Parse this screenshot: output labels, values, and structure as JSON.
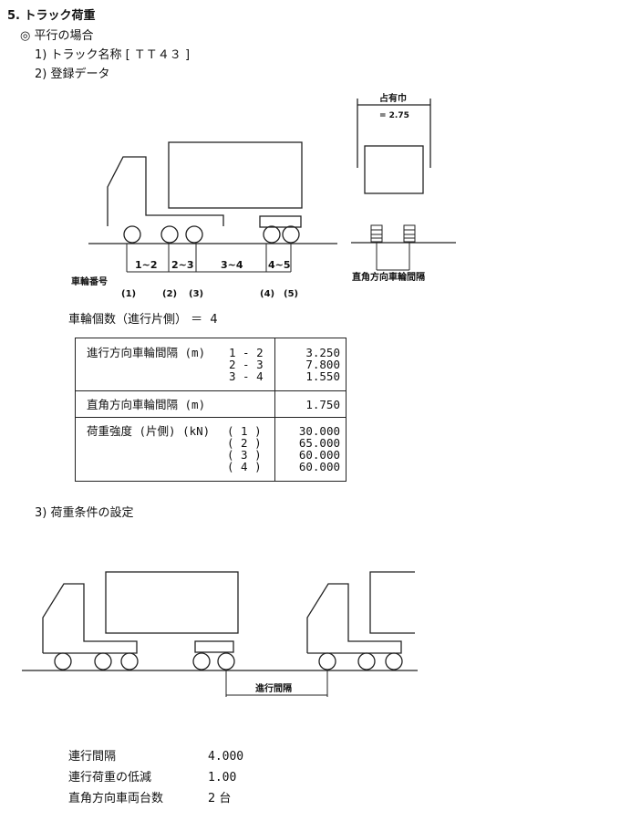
{
  "heading": "5. トラック荷重",
  "subheading": "◎ 平行の場合",
  "item1": "1) トラック名称 [ ＴＴ４３ ]",
  "item2": "2) 登録データ",
  "item3": "3) 荷重条件の設定",
  "truck_diagram": {
    "spans": [
      "1~2",
      "2~3",
      "3~4",
      "4~5"
    ],
    "wheel_number_label": "車輪番号",
    "wheel_numbers": [
      "(1)",
      "(2)",
      "(3)",
      "(4)",
      "(5)"
    ],
    "occupied_width_label": "占有巾",
    "occupied_width_value": "= 2.75",
    "transverse_spacing_label": "直角方向車輪間隔"
  },
  "wheel_count": "車輪個数（進行片側） ＝  4",
  "table": {
    "longitudinal": {
      "label": "進行方向車輪間隔 (m)",
      "pairs": [
        "1 - 2",
        "2 - 3",
        "3 - 4"
      ],
      "values": [
        "3.250",
        "7.800",
        "1.550"
      ]
    },
    "transverse": {
      "label": "直角方向車輪間隔 (m)",
      "value": "1.750"
    },
    "loads": {
      "label": "荷重強度 (片側) (kN)",
      "wheels": [
        "( 1 )",
        "( 2 )",
        "( 3 )",
        "( 4 )"
      ],
      "values": [
        "30.000",
        "65.000",
        "60.000",
        "60.000"
      ]
    }
  },
  "spacing_diagram": {
    "label": "進行間隔"
  },
  "conditions": [
    {
      "label": "連行間隔",
      "value": "4.000"
    },
    {
      "label": "連行荷重の低減",
      "value": "1.00"
    },
    {
      "label": "直角方向車両台数",
      "value": "2 台"
    }
  ]
}
